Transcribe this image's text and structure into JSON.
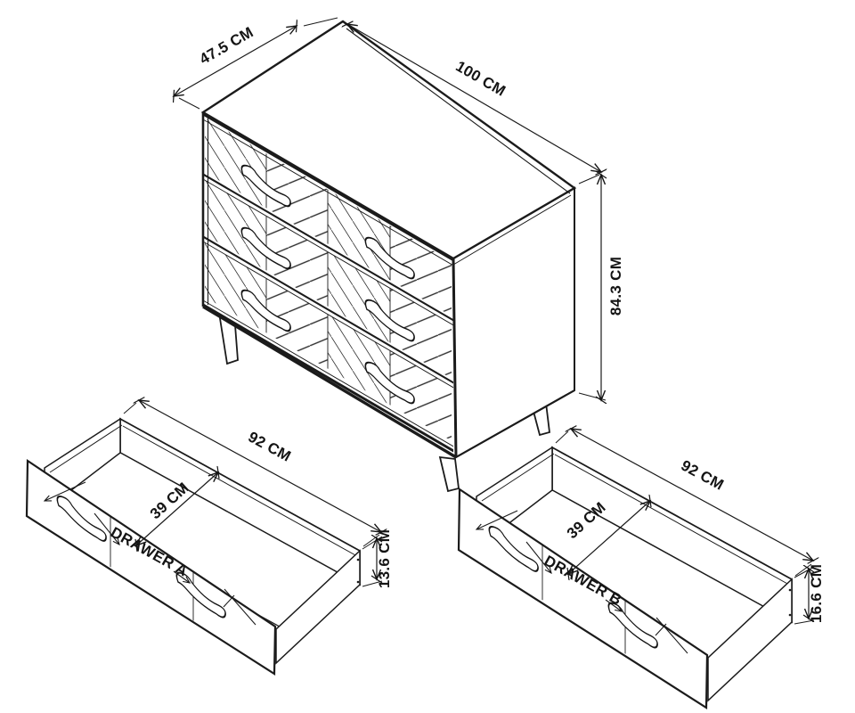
{
  "figure": {
    "type": "furniture-dimension-diagram",
    "units": "CM",
    "description": "Isometric line drawing of a 3-drawer chevron-front chest with two underbed-style open drawers and overall dimensions"
  },
  "chest": {
    "depth_label": "47.5 CM",
    "width_label": "100 CM",
    "height_label": "84.3 CM"
  },
  "drawer_a": {
    "name_label": "DRAWER A",
    "width_label": "92 CM",
    "depth_label": "39 CM",
    "height_label": "13.6 CM"
  },
  "drawer_b": {
    "name_label": "DRAWER B",
    "width_label": "92 CM",
    "depth_label": "39 CM",
    "height_label": "16.6 CM"
  },
  "colors": {
    "line": "#1b1b1b",
    "background": "#ffffff"
  }
}
